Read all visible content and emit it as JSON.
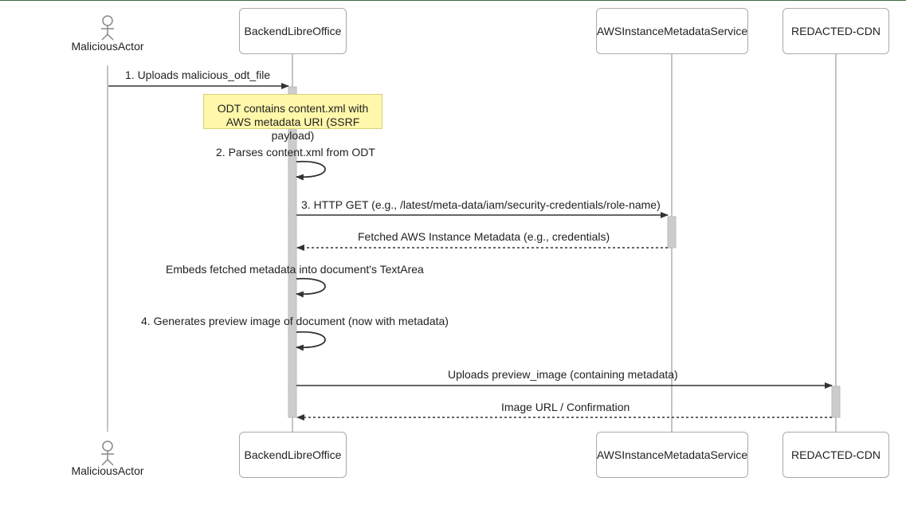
{
  "participants": {
    "actor": "MaliciousActor",
    "backend": "BackendLibreOffice",
    "aws": "AWSInstanceMetadataService",
    "cdn": "REDACTED-CDN"
  },
  "note": {
    "line1": "ODT contains content.xml with",
    "line2": "AWS metadata URI (SSRF payload)"
  },
  "messages": {
    "m1": "1. Uploads malicious_odt_file",
    "m2": "2. Parses content.xml from ODT",
    "m3": "3. HTTP GET (e.g., /latest/meta-data/iam/security-credentials/role-name)",
    "m4": "Fetched AWS Instance Metadata (e.g., credentials)",
    "m5": "Embeds fetched metadata into document's TextArea",
    "m6": "4. Generates preview image of document (now with metadata)",
    "m7": "Uploads preview_image (containing metadata)",
    "m8": "Image URL / Confirmation"
  },
  "colors": {
    "lifeline": "#b0b0b0",
    "activation": "#cccccc",
    "arrow": "#333333",
    "note_fill": "#fff7aa"
  }
}
